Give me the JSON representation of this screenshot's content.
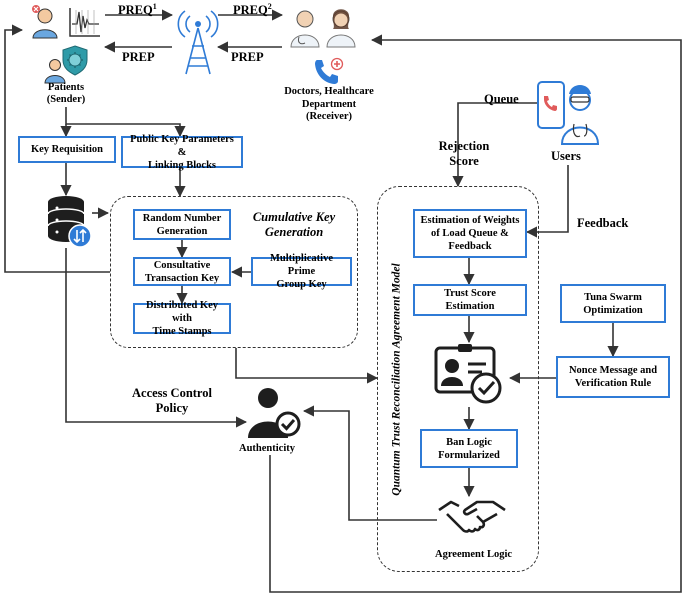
{
  "protocol": {
    "preq1_base": "PREQ",
    "preq1_sup": "1",
    "preq2_base": "PREQ",
    "preq2_sup": "2",
    "prep_left": "PREP",
    "prep_right": "PREP"
  },
  "patients_label": "Patients\n(Sender)",
  "doctors_label": "Doctors, Healthcare\nDepartment\n(Receiver)",
  "users_label": "Users",
  "queue_label": "Queue",
  "rejection_label": "Rejection\nScore",
  "feedback_label": "Feedback",
  "access_label": "Access Control\nPolicy",
  "authenticity_label": "Authenticity",
  "agreement_logic_label": "Agreement Logic",
  "cumulative_label": "Cumulative Key\nGeneration",
  "qtram_label": "Quantum Trust Reconciliation Agreement Model",
  "boxes": {
    "key_requisition": "Key Requisition",
    "public_key": "Public Key Parameters &\nLinking Blocks",
    "random_number": "Random Number\nGeneration",
    "consultative": "Consultative\nTransaction Key",
    "multiplicative": "Multiplicative Prime\nGroup Key",
    "distributed": "Distributed Key with\nTime Stamps",
    "estimation": "Estimation of Weights\nof Load Queue &\nFeedback",
    "trust_score": "Trust Score Estimation",
    "tuna": "Tuna Swarm\nOptimization",
    "nonce": "Nonce Message and\nVerification Rule",
    "ban_logic": "Ban Logic\nFormularized"
  },
  "colors": {
    "box_border": "#2f7bd6",
    "wire": "#333333",
    "icon_dark": "#1e1e1e",
    "accent_blue": "#2f7bd6"
  },
  "icons": [
    "patient-icon",
    "virus-shield-icon",
    "ecg-chart-icon",
    "tower-icon",
    "doctor-icon",
    "phone-icon",
    "user-doctor-phone-icon",
    "database-icon",
    "id-card-check-icon",
    "user-check-icon",
    "handshake-icon"
  ]
}
